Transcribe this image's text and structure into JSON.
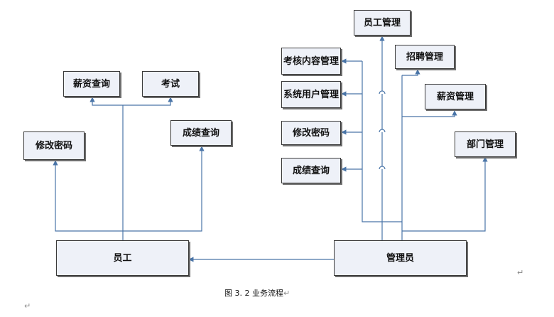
{
  "colors": {
    "line": "#4a75a8",
    "box_fill": "#eef1f8",
    "box_border": "#3a3a3a"
  },
  "nodes": {
    "employee": "员工",
    "admin": "管理员",
    "salary_query": "薪资查询",
    "exam": "考试",
    "change_password": "修改密码",
    "grade_query": "成绩查询",
    "staff_management": "员工管理",
    "assessment_content_management": "考核内容管理",
    "recruitment_management": "招聘管理",
    "system_user_management": "系统用户管理",
    "salary_management": "薪资管理",
    "admin_change_password": "修改密码",
    "department_management": "部门管理",
    "admin_grade_query": "成绩查询"
  },
  "caption": "图 3. 2 业务流程",
  "paragraph_mark": "↵"
}
